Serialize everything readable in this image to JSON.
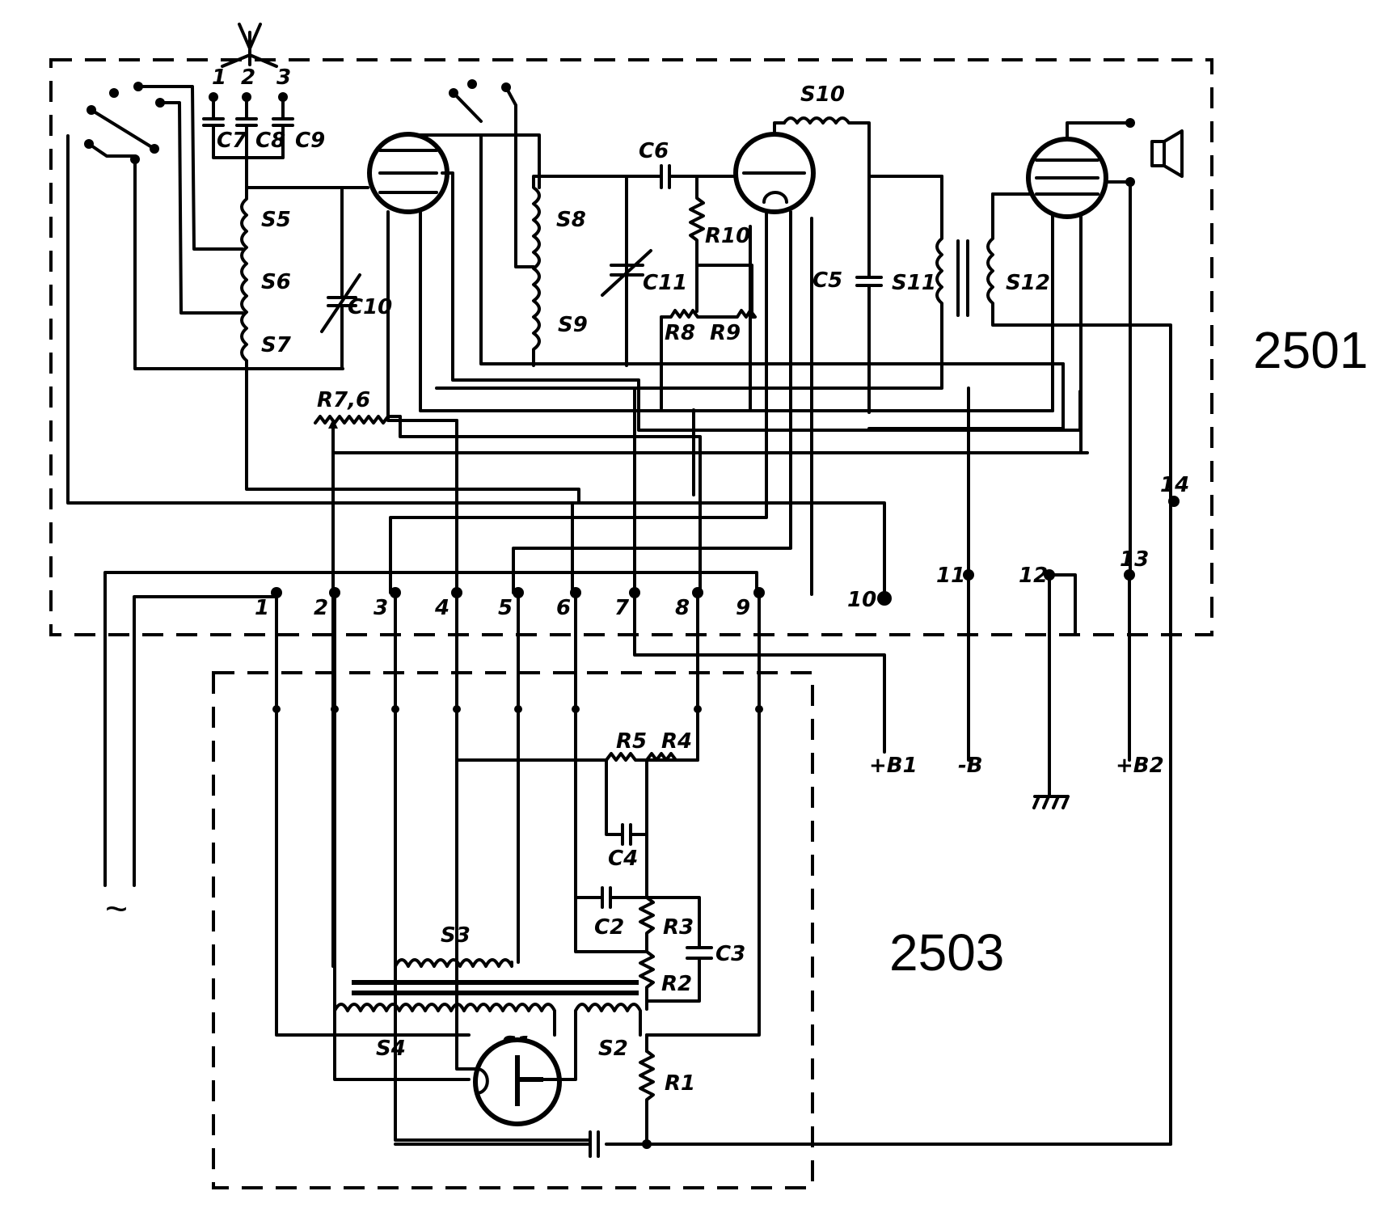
{
  "title": "Radio receiver schematic",
  "units": {
    "receiver": {
      "label": "2501"
    },
    "power_supply": {
      "label": "2503"
    }
  },
  "antenna": {
    "taps": [
      "1",
      "2",
      "3"
    ]
  },
  "components": {
    "capacitors": [
      "C7",
      "C8",
      "C9",
      "C10",
      "C6",
      "C11",
      "C5",
      "C4",
      "C2",
      "C3"
    ],
    "coils": [
      "S5",
      "S6",
      "S7",
      "S8",
      "S9",
      "S10",
      "S11",
      "S12",
      "S3",
      "S4",
      "S1",
      "S2"
    ],
    "resistors": [
      "R7,6",
      "R10",
      "R8",
      "R9",
      "R5",
      "R4",
      "R3",
      "R2",
      "R1"
    ]
  },
  "labels": {
    "C7": "C7",
    "C8": "C8",
    "C9": "C9",
    "C10": "C10",
    "C6": "C6",
    "C11": "C11",
    "C5": "C5",
    "C4": "C4",
    "C2": "C2",
    "C3": "C3",
    "S5": "S5",
    "S6": "S6",
    "S7": "S7",
    "S8": "S8",
    "S9": "S9",
    "S10": "S10",
    "S11": "S11",
    "S12": "S12",
    "S3": "S3",
    "S4": "S4",
    "S1": "S1",
    "S2": "S2",
    "R76": "R7,6",
    "R10": "R10",
    "R8": "R8",
    "R9": "R9",
    "R5": "R5",
    "R4": "R4",
    "R3": "R3",
    "R2": "R2",
    "R1": "R1"
  },
  "terminals": [
    "1",
    "2",
    "3",
    "4",
    "5",
    "6",
    "7",
    "8",
    "9",
    "10",
    "11",
    "12",
    "13",
    "14"
  ],
  "supply_labels": {
    "b1_plus": "+B1",
    "b_minus": "-B",
    "b2_plus": "+B2",
    "ac_mains": "~"
  }
}
